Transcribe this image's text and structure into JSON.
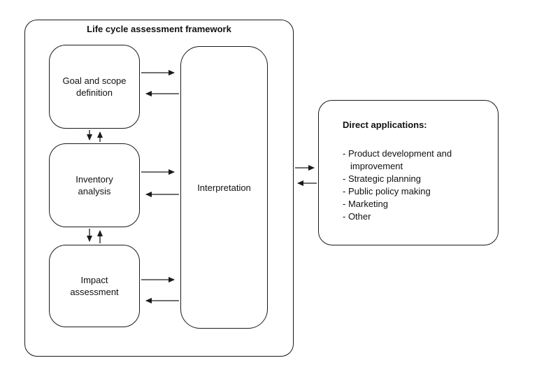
{
  "framework": {
    "title": "Life cycle assessment framework",
    "goal_label": "Goal and scope\ndefinition",
    "inventory_label": "Inventory\nanalysis",
    "impact_label": "Impact\nassessment",
    "interpretation_label": "Interpretation"
  },
  "applications": {
    "title": "Direct applications:",
    "items": [
      "- Product development and improvement",
      "- Strategic planning",
      "- Public policy making",
      "- Marketing",
      "- Other"
    ]
  },
  "colors": {
    "line": "#1a1a1a",
    "background": "#ffffff"
  }
}
